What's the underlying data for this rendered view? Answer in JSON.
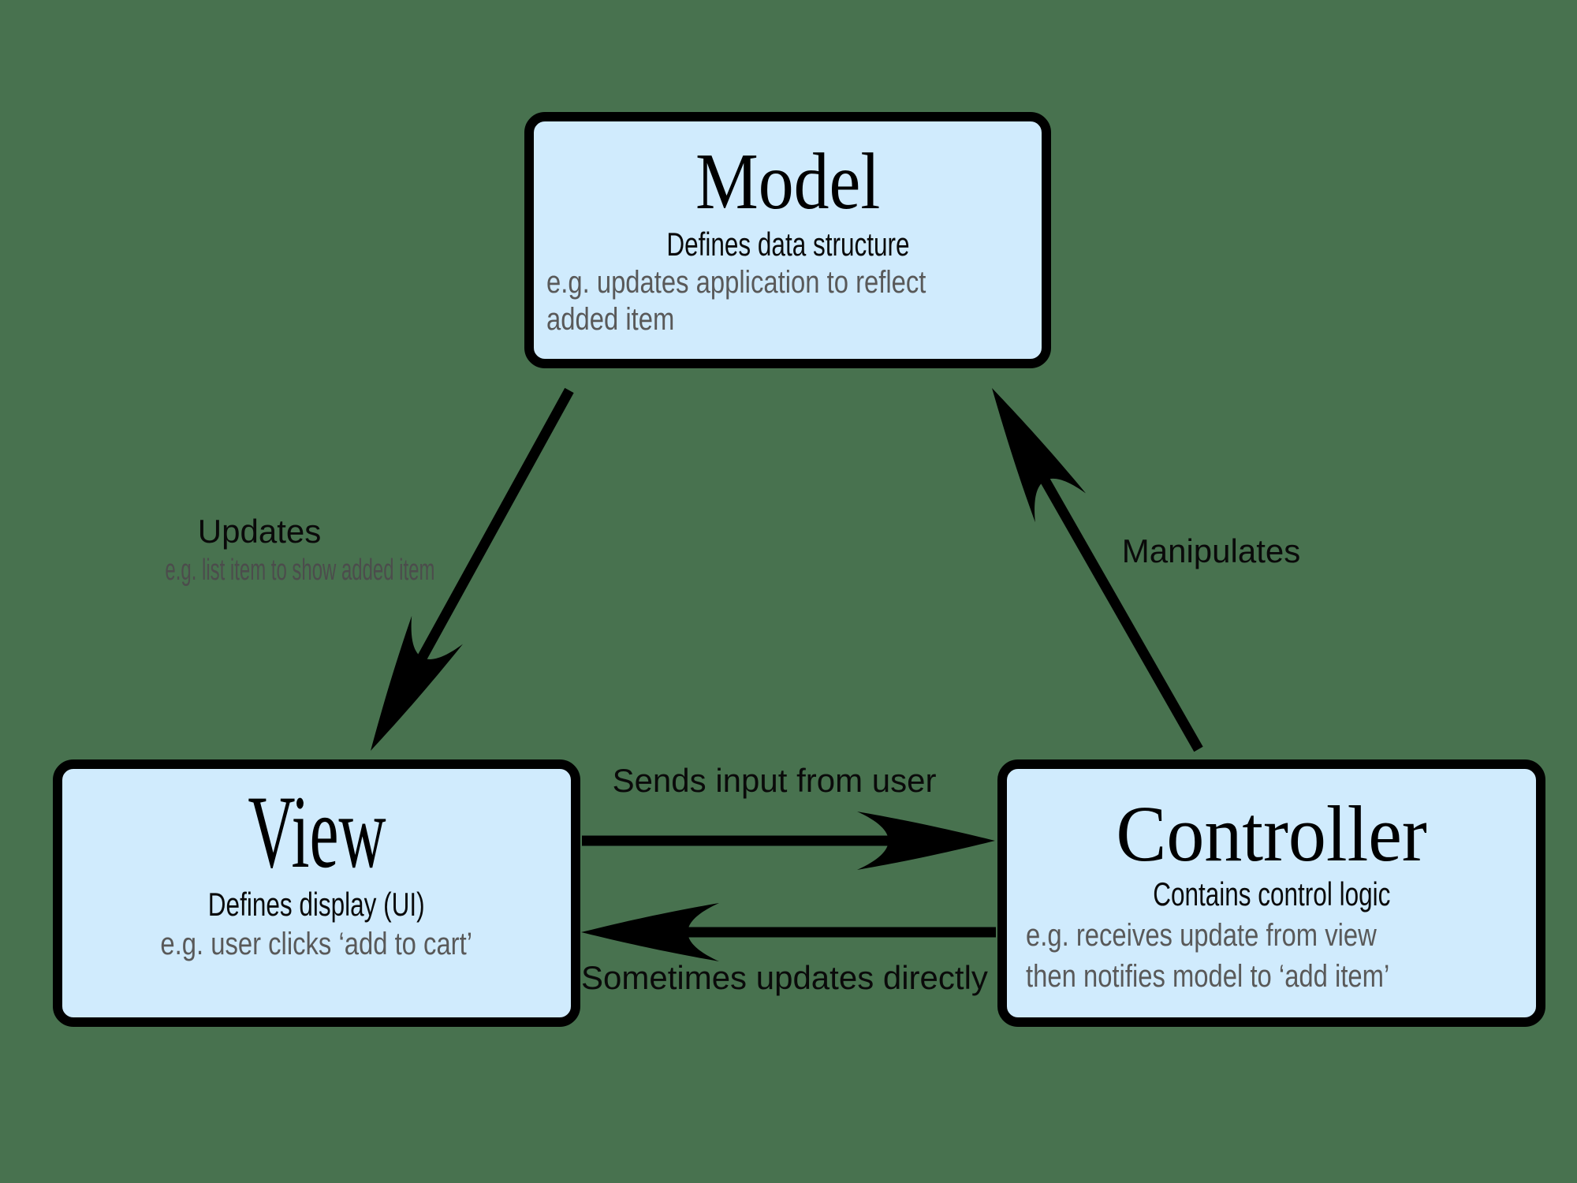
{
  "colors": {
    "background": "#48724F",
    "box_fill": "#D0EBFD",
    "box_border": "#000000",
    "arrow": "#000000",
    "primary_text": "#0a0a0a",
    "secondary_text": "#595959"
  },
  "boxes": {
    "model": {
      "title": "Model",
      "subtitle": "Defines data structure",
      "example_line1": "e.g. updates application to reflect",
      "example_line2": "added item"
    },
    "view": {
      "title": "View",
      "subtitle": "Defines display (UI)",
      "example_line1": "e.g. user clicks ‘add to cart’"
    },
    "controller": {
      "title": "Controller",
      "subtitle": "Contains control logic",
      "example_line1": "e.g. receives update from view",
      "example_line2": "then notifies model to ‘add item’"
    }
  },
  "arrows": {
    "model_to_view": {
      "label": "Updates",
      "sublabel": "e.g. list item to show added item"
    },
    "controller_to_model": {
      "label": "Manipulates"
    },
    "view_to_controller": {
      "label": "Sends input from user"
    },
    "controller_to_view": {
      "label": "Sometimes updates directly"
    }
  }
}
